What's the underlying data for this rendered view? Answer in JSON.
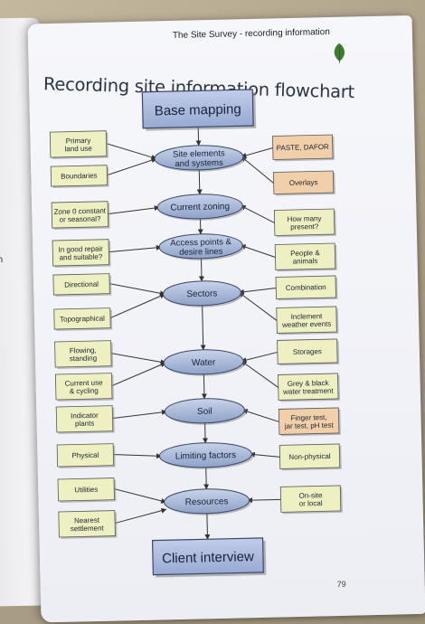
{
  "header": {
    "running_head": "The Site Survey - recording information",
    "leaf_icon": "leaf-icon",
    "leaf_color": "#3f7d2e"
  },
  "title": "Recording site information flowchart",
  "flowchart": {
    "top_box": "Base mapping",
    "bottom_box": "Client interview",
    "nodes": [
      {
        "line1": "Site elements",
        "line2": "and systems"
      },
      {
        "line1": "Current zoning",
        "line2": ""
      },
      {
        "line1": "Access points &",
        "line2": "desire lines"
      },
      {
        "line1": "Sectors",
        "line2": ""
      },
      {
        "line1": "Water",
        "line2": ""
      },
      {
        "line1": "Soil",
        "line2": ""
      },
      {
        "line1": "Limiting factors",
        "line2": ""
      },
      {
        "line1": "Resources",
        "line2": ""
      }
    ],
    "left_inputs": [
      {
        "line1": "Primary",
        "line2": "land use"
      },
      {
        "line1": "Boundaries",
        "line2": ""
      },
      {
        "line1": "Zone 0 constant",
        "line2": "or seasonal?"
      },
      {
        "line1": "In good repair",
        "line2": "and suitable?"
      },
      {
        "line1": "Directional",
        "line2": ""
      },
      {
        "line1": "Topographical",
        "line2": ""
      },
      {
        "line1": "Flowing,",
        "line2": "standing"
      },
      {
        "line1": "Current use",
        "line2": "& cycling"
      },
      {
        "line1": "Indicator",
        "line2": "plants"
      },
      {
        "line1": "Physical",
        "line2": ""
      },
      {
        "line1": "Utilities",
        "line2": ""
      },
      {
        "line1": "Nearest",
        "line2": "settlement"
      }
    ],
    "right_inputs": [
      {
        "line1": "PASTE, DAFOR",
        "line2": ""
      },
      {
        "line1": "Overlays",
        "line2": ""
      },
      {
        "line1": "How many",
        "line2": "present?"
      },
      {
        "line1": "People &",
        "line2": "animals"
      },
      {
        "line1": "Combination",
        "line2": ""
      },
      {
        "line1": "Inclement",
        "line2": "weather events"
      },
      {
        "line1": "Storages",
        "line2": ""
      },
      {
        "line1": "Grey & black",
        "line2": "water treatment"
      },
      {
        "line1": "Finger test,",
        "line2": "jar test, pH test"
      },
      {
        "line1": "Non-physical",
        "line2": ""
      },
      {
        "line1": "On-site",
        "line2": "or local"
      }
    ],
    "colors": {
      "input_box": "#eef0c2",
      "highlight_box": "#f0cfa9",
      "oval": "#9fb0cf",
      "main_box": "#a6b6d8",
      "arrow": "#333333"
    }
  },
  "page_number": "79",
  "left_page_text": "n"
}
